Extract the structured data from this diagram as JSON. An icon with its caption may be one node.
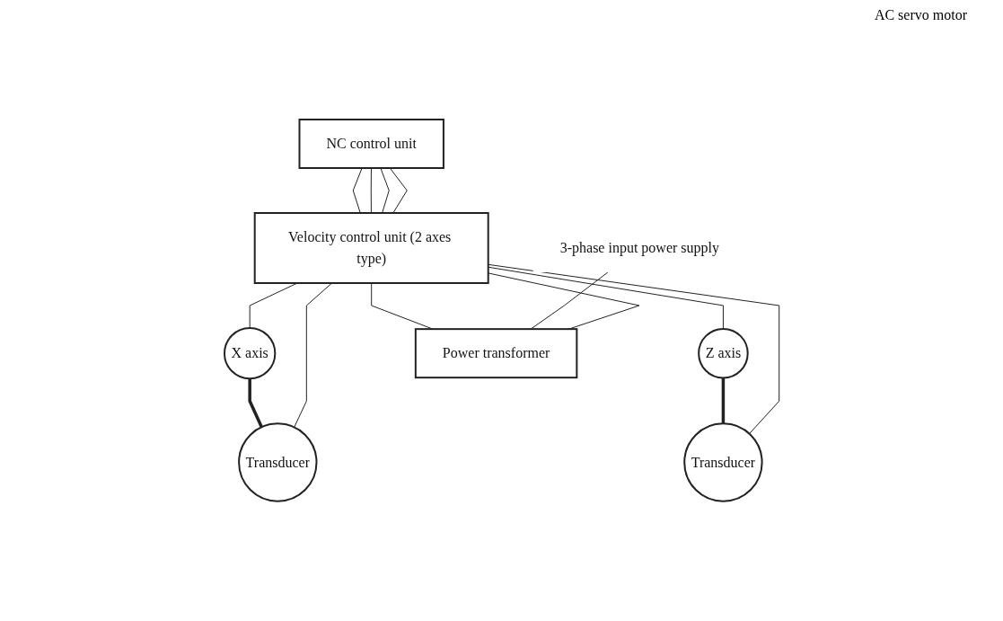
{
  "diagram": {
    "nodes": [
      {
        "text": [
          "NC control unit"
        ]
      },
      {
        "text": [
          "Velocity control unit (2 axes type)"
        ]
      },
      {
        "text": [
          "X axis"
        ]
      },
      {
        "text": [
          "Transducer"
        ]
      },
      {
        "text": [
          "Z axis"
        ]
      },
      {
        "text": [
          "Transducer"
        ]
      },
      {
        "text": [
          "Power transformer"
        ]
      },
      {
        "text": [
          "3-phase input power supply"
        ]
      }
    ],
    "edges": [
      {
        "from": 0,
        "to": 1,
        "arrow": "none"
      },
      {
        "from": 0,
        "to": 1,
        "arrow": "none"
      },
      {
        "from": 0,
        "to": 1,
        "arrow": "none"
      },
      {
        "from": 0,
        "to": 1,
        "arrow": "none"
      },
      {
        "from": 1,
        "to": 2,
        "arrow": "none"
      },
      {
        "from": 1,
        "to": 4,
        "arrow": "none"
      },
      {
        "from": 2,
        "to": 3,
        "arrow": "none",
        "style": "thick"
      },
      {
        "from": 4,
        "to": 5,
        "arrow": "none",
        "style": "thick"
      },
      {
        "from": 3,
        "to": 1,
        "arrow": "none"
      },
      {
        "from": 5,
        "to": 1,
        "arrow": "none"
      },
      {
        "from": 1,
        "to": 6,
        "arrow": "none"
      },
      {
        "from": 6,
        "to": 1,
        "arrow": "none"
      },
      {
        "from": 7,
        "to": 6,
        "arrow": "none"
      }
    ],
    "labels": [
      "AC servo motor"
    ]
  }
}
